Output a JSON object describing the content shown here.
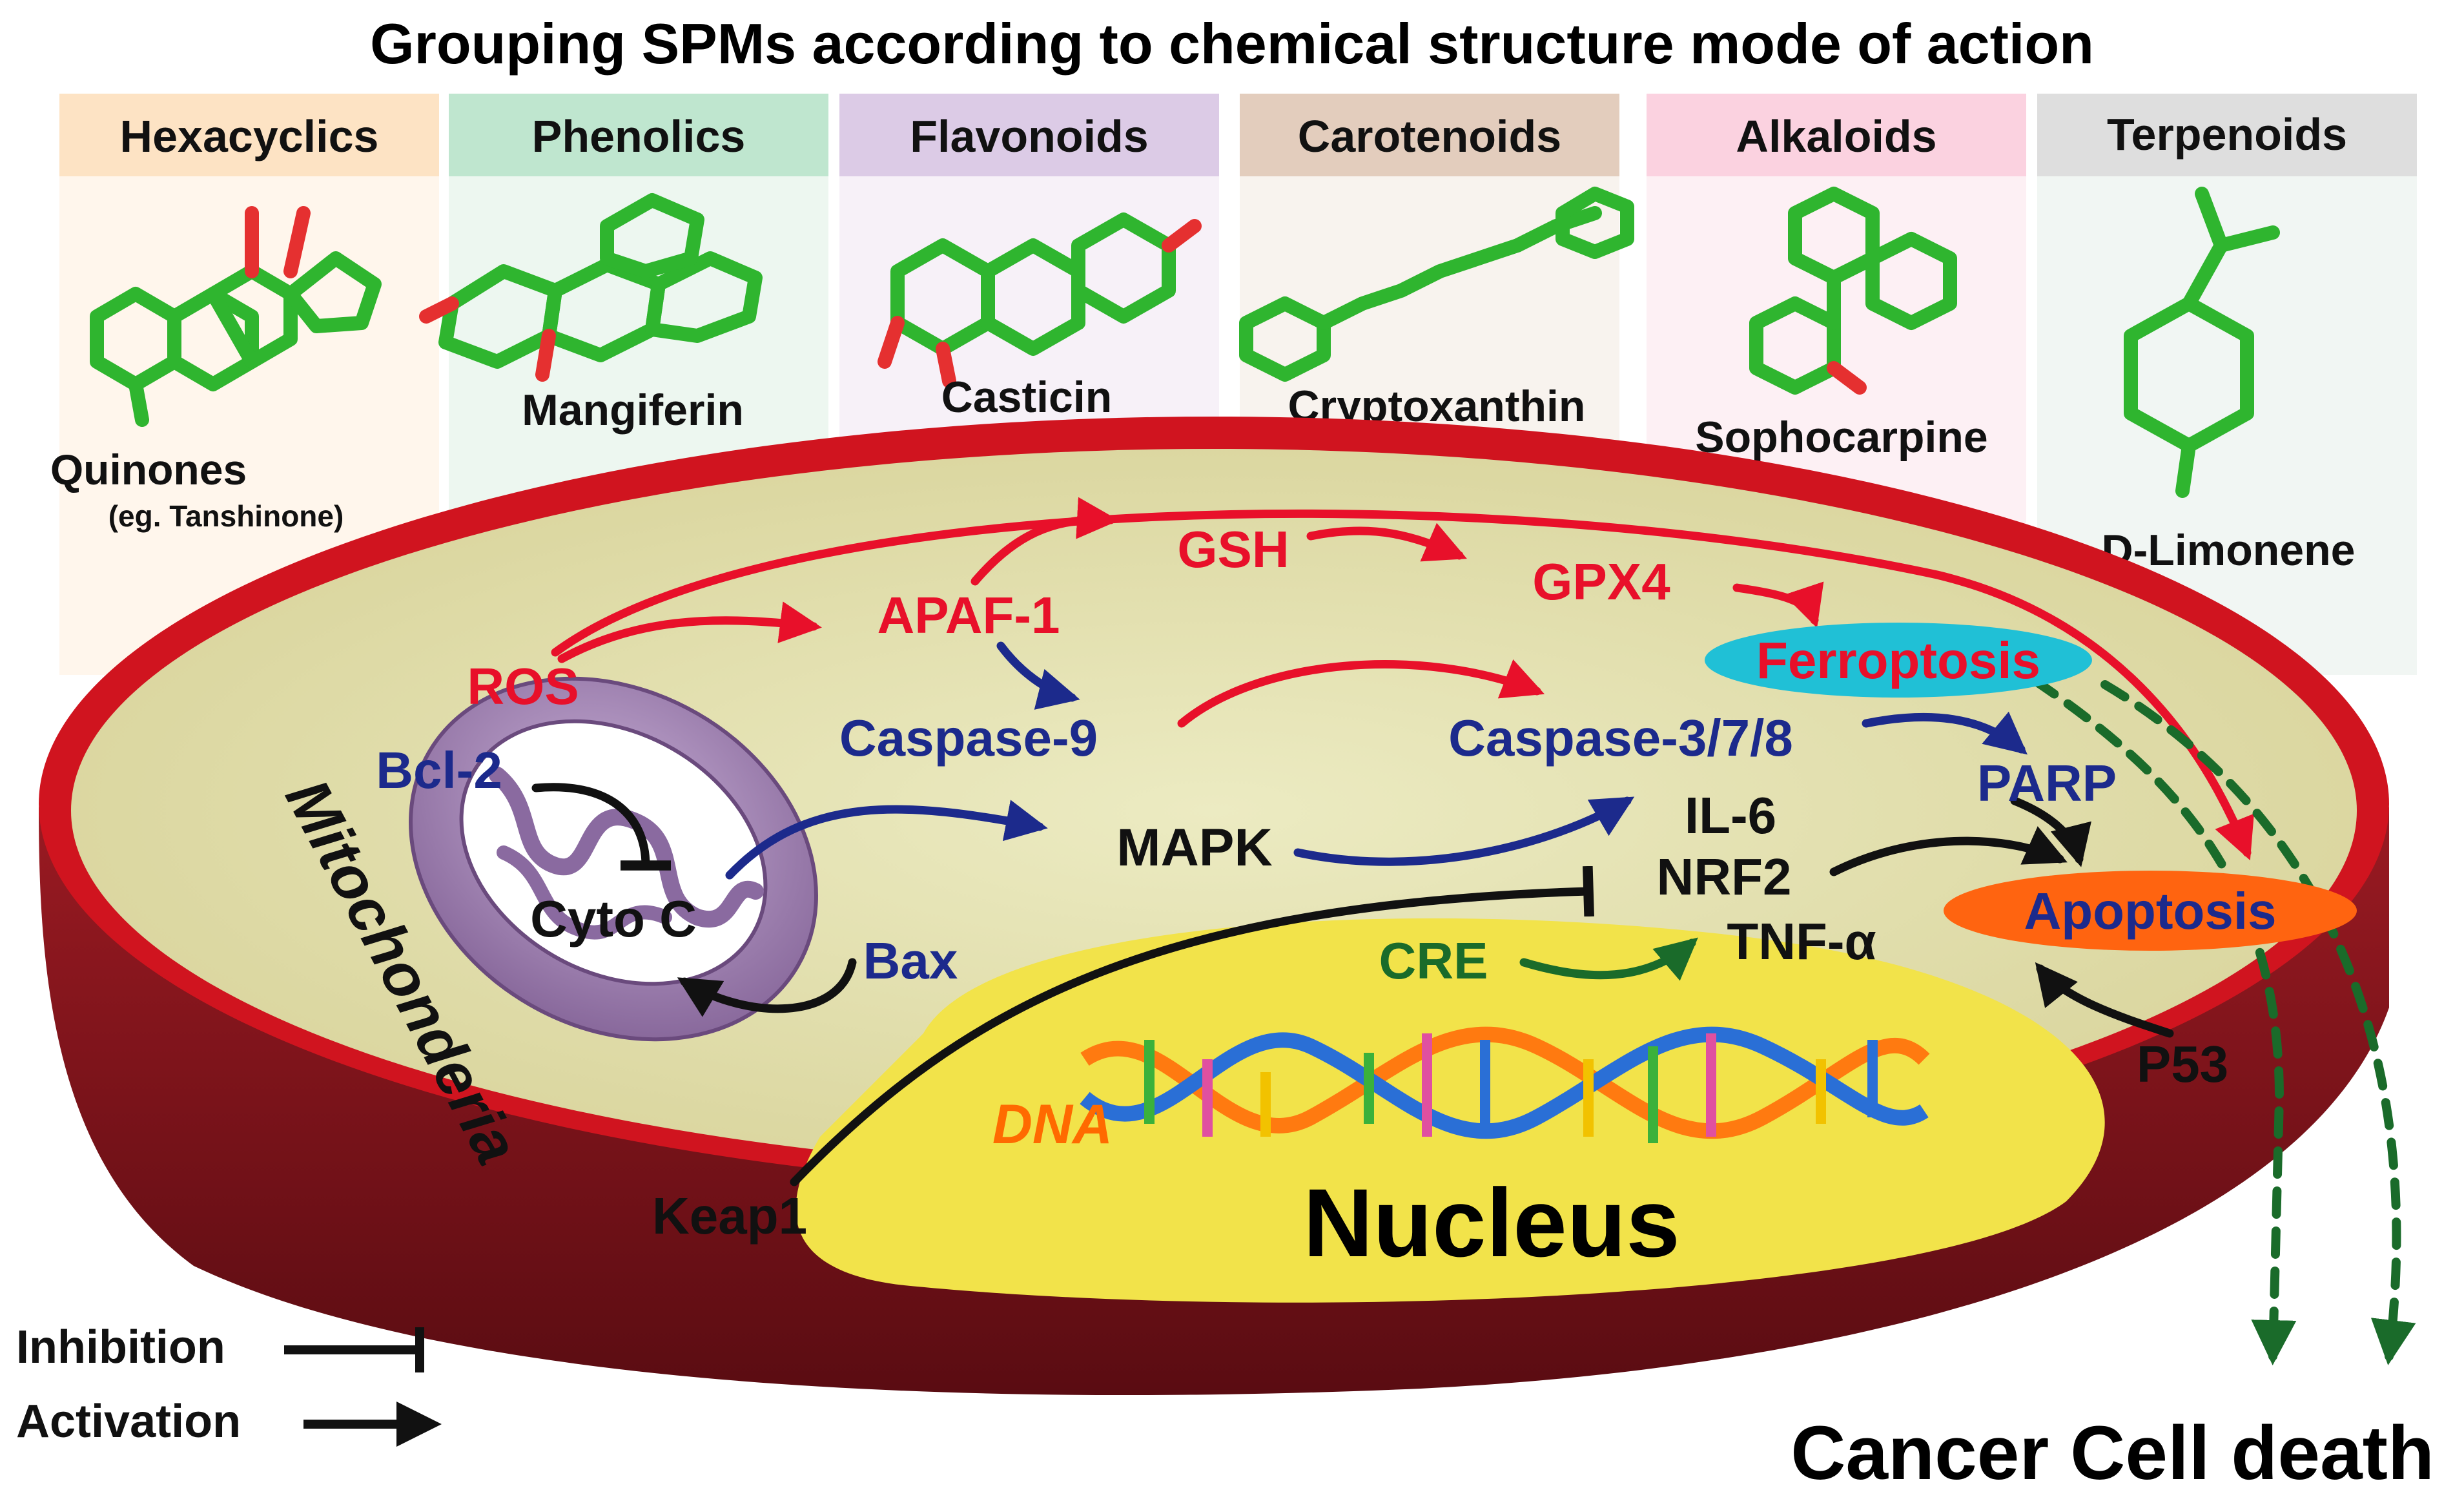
{
  "title": "Grouping SPMs according to chemical structure mode of action",
  "categories": [
    {
      "name": "Hexacyclics",
      "compound": "Quinones",
      "note": "(eg. Tanshinone)",
      "header_color": "#fde3c4",
      "panel_color": "#fff6ec"
    },
    {
      "name": "Phenolics",
      "compound": "Mangiferin",
      "note": "",
      "header_color": "#bfe6cf",
      "panel_color": "#edf7f0"
    },
    {
      "name": "Flavonoids",
      "compound": "Casticin",
      "note": "",
      "header_color": "#dccbe6",
      "panel_color": "#f7f1f8"
    },
    {
      "name": "Carotenoids",
      "compound": "Cryptoxanthin",
      "note": "",
      "header_color": "#e3cdbd",
      "panel_color": "#f8f3ee"
    },
    {
      "name": "Alkaloids",
      "compound": "Sophocarpine",
      "note": "",
      "header_color": "#fbd2e0",
      "panel_color": "#fdf0f4"
    },
    {
      "name": "Terpenoids",
      "compound": "D-Limonene",
      "note": "",
      "header_color": "#dedede",
      "panel_color": "#f1f6f3"
    }
  ],
  "pathway": {
    "ros": "ROS",
    "apaf1": "APAF-1",
    "gsh": "GSH",
    "gpx4": "GPX4",
    "ferroptosis": "Ferroptosis",
    "caspase9": "Caspase-9",
    "caspase378": "Caspase-3/7/8",
    "parp": "PARP",
    "bcl2": "Bcl-2",
    "cytoc": "Cyto C",
    "bax": "Bax",
    "mapk": "MAPK",
    "il6": "IL-6",
    "nrf2": "NRF2",
    "tnfa": "TNF-α",
    "cre": "CRE",
    "apoptosis": "Apoptosis",
    "p53": "P53",
    "keap1": "Keap1",
    "mitochondria": "Mitochonderia",
    "dna": "DNA",
    "nucleus": "Nucleus",
    "cancer_cell_death": "Cancer Cell death"
  },
  "legend": {
    "inhibition": "Inhibition",
    "activation": "Activation"
  },
  "colors": {
    "red": "#e8102a",
    "blue": "#1c2a8c",
    "green": "#1a6b2a",
    "black": "#111111",
    "membrane": "#d0141f",
    "cytoplasm": "#e6e3b4",
    "nucleus": "#f2e34a",
    "mitochondria": "#a98ab9",
    "ferroptosis_fill": "#20c0d6",
    "apoptosis_fill": "#ff6410",
    "molecule": "#2fb52f"
  }
}
